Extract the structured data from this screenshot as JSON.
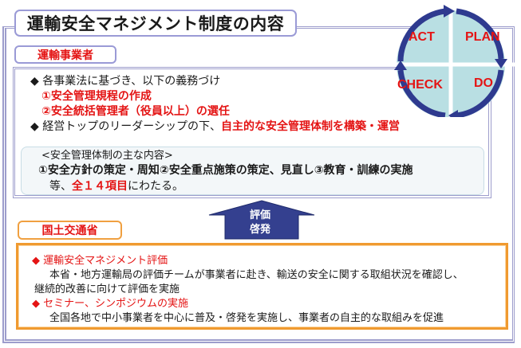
{
  "title": "運輸安全マネジメント制度の内容",
  "pdca": {
    "act": "ACT",
    "plan": "PLAN",
    "check": "CHECK",
    "do": "DO",
    "circle_fill": "#b9dfe3",
    "arrow_color": "#2e3a8f"
  },
  "operator": {
    "label": "運輸事業者",
    "bullet1": {
      "marker": "◆",
      "text": "各事業法に基づき、以下の義務づけ"
    },
    "duty1": "①安全管理規程の作成",
    "duty2": "②安全統括管理者（役員以上）の選任",
    "bullet2": {
      "marker": "◆",
      "text_plain": "経営トップのリーダーシップの下、",
      "text_red": "自主的な安全管理体制を構築・運営"
    },
    "content_box": {
      "heading": "<安全管理体制の主な内容>",
      "items": "①安全方針の策定・周知②安全重点施策の策定、見直し③教育・訓練の実施",
      "summary_prefix": "等、",
      "summary_red": "全１４項目",
      "summary_suffix": "にわたる。"
    }
  },
  "arrow": {
    "line1": "評価",
    "line2": "啓発",
    "color": "#34408f"
  },
  "mlit": {
    "label": "国土交通省",
    "items": [
      {
        "marker": "◆",
        "heading": "運輸安全マネジメント評価",
        "desc_line1": "本省・地方運輸局の評価チームが事業者に赴き、輸送の安全に関する取組状況を確認し、",
        "desc_line2": "継続的改善に向けて評価を実施"
      },
      {
        "marker": "◆",
        "heading": "セミナー、シンポジウムの実施",
        "desc_line1": "全国各地で中小事業者を中心に普及・啓発を実施し、事業者の自主的な取組みを促進"
      }
    ]
  },
  "colors": {
    "frame": "#9d9dcc",
    "accent_red": "#e41414",
    "orange": "#f09a30"
  }
}
